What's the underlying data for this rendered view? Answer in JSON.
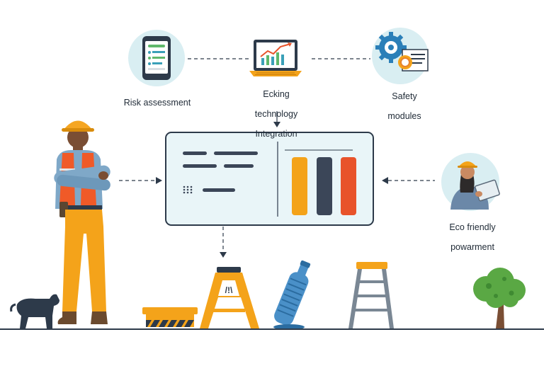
{
  "nodes": {
    "risk_assessment": {
      "label": "Risk assessment"
    },
    "tech_integration": {
      "label_line1": "Ecking",
      "label_line2": "technology",
      "label_line3": "Integration"
    },
    "safety_modules": {
      "label_line1": "Safety",
      "label_line2": "modules"
    },
    "eco_friendly": {
      "label_line1": "Eco friendly",
      "label_line2": "powarment"
    }
  },
  "colors": {
    "circle_bg": "#d9eef2",
    "panel_bg": "#e9f5f8",
    "panel_border": "#2d3a4a",
    "bar_orange": "#f4a31a",
    "bar_navy": "#3b4658",
    "bar_red": "#e8532b",
    "vest": "#f05a28",
    "hardhat": "#f5a623",
    "ground": "#2d3a4a",
    "tree": "#5aa844",
    "bottle": "#4a90c8"
  },
  "icons": [
    "phone-icon",
    "laptop-chart-icon",
    "gear-certificate-icon",
    "worker-figure",
    "dog-figure",
    "woman-tablet-figure",
    "barrier-icon",
    "caution-sign-icon",
    "bottle-icon",
    "ladder-icon",
    "tree-icon"
  ]
}
